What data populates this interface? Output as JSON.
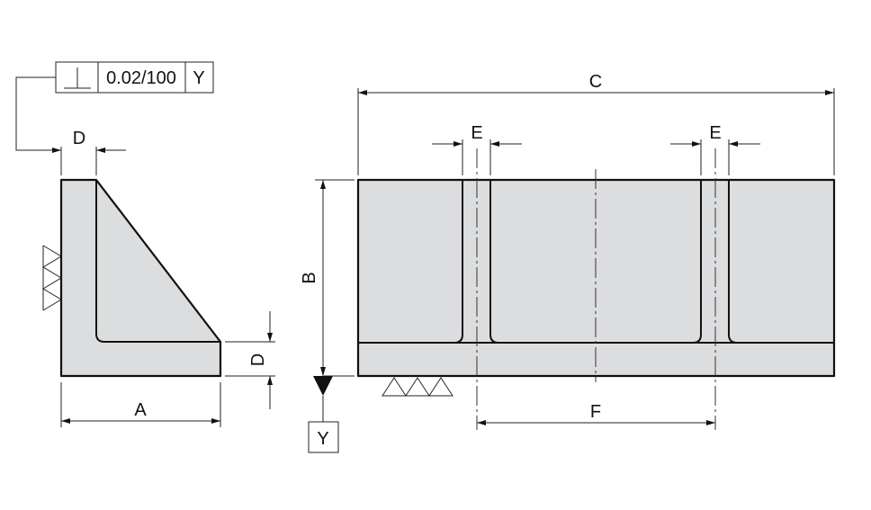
{
  "tolerance_frame": {
    "symbol": "⊥",
    "value": "0.02/100",
    "datum": "Y"
  },
  "datum_label": "Y",
  "dimensions": {
    "A": "A",
    "B": "B",
    "C": "C",
    "D_top": "D",
    "D_side": "D",
    "E_left": "E",
    "E_right": "E",
    "F": "F"
  },
  "colors": {
    "fill": "#dcdddf",
    "line": "#111111"
  }
}
